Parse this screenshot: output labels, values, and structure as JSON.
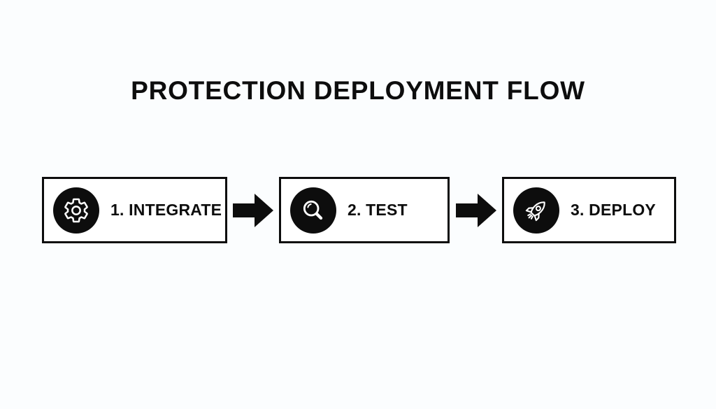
{
  "title": "PROTECTION DEPLOYMENT FLOW",
  "flow": {
    "steps": [
      {
        "label": "1. INTEGRATE",
        "icon": "gear-icon"
      },
      {
        "label": "2. TEST",
        "icon": "search-icon"
      },
      {
        "label": "3. DEPLOY",
        "icon": "rocket-icon"
      }
    ],
    "connector_icon": "arrow-right-icon"
  },
  "colors": {
    "background": "#fbfdfe",
    "box_background": "#ffffff",
    "ink": "#0d0d0d",
    "icon_foreground": "#ffffff"
  }
}
